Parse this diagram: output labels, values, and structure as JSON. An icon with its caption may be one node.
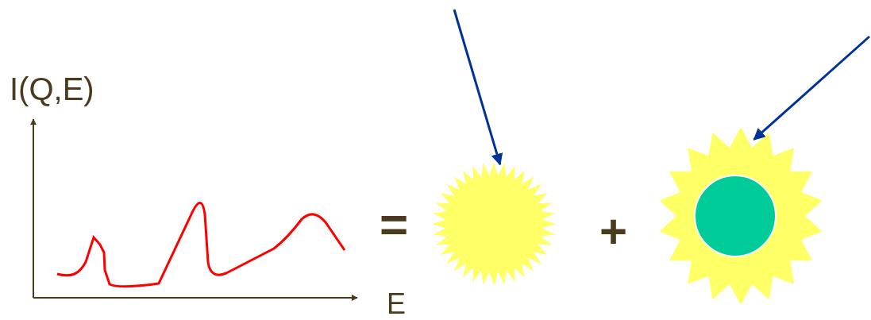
{
  "diagram": {
    "nodes": [
      {
        "text": [],
        "shape": "star"
      },
      {
        "text": [],
        "shape": "star"
      },
      {
        "text": [],
        "shape": "circle",
        "in": 1
      }
    ],
    "edges": [
      {
        "from": null,
        "to": 0,
        "arrow": "to"
      },
      {
        "from": null,
        "to": 1,
        "arrow": "to"
      }
    ],
    "labels": [
      "I(Q,E)",
      "E",
      "=",
      "+"
    ]
  }
}
